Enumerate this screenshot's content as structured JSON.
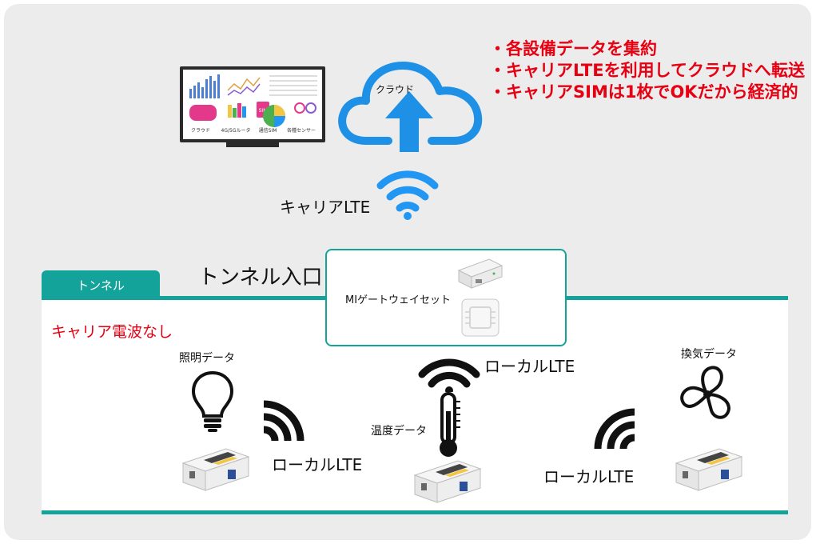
{
  "bullets": [
    "・各設備データを集約",
    "・キャリアLTEを利用してクラウドへ転送",
    "・キャリアSIMは1枚でOKだから経済的"
  ],
  "cloud": {
    "label": "クラウド"
  },
  "carrier_lte": "キャリアLTE",
  "tunnel": {
    "tab_label": "トンネル",
    "entrance_label": "トンネル入口",
    "no_signal": "キャリア電波なし"
  },
  "gateway": {
    "label": "MIゲートウェイセット"
  },
  "sensors": {
    "lighting": "照明データ",
    "temperature": "温度データ",
    "ventilation": "換気データ"
  },
  "local_lte": "ローカルLTE",
  "monitor": {
    "labels": [
      "クラウド",
      "4G/5Gルータ",
      "通信SIM",
      "各種センサー"
    ],
    "sim_badge": "SIM"
  },
  "colors": {
    "accent_teal": "#14a39a",
    "alert_red": "#e60012",
    "cloud_blue": "#1e90e6",
    "wifi_blue": "#2196f3"
  }
}
